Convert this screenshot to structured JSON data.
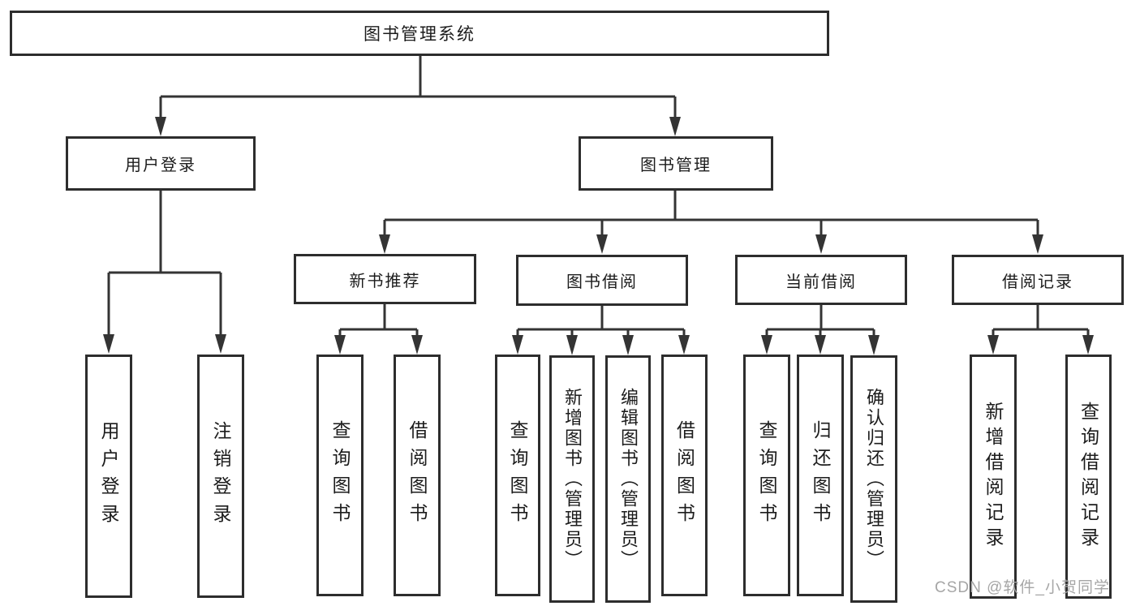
{
  "diagram_title": "图书管理系统",
  "tree": {
    "root": {
      "label": "图书管理系统"
    },
    "branches": [
      {
        "label": "用户登录",
        "children": [
          {
            "label": "用户登录"
          },
          {
            "label": "注销登录"
          }
        ]
      },
      {
        "label": "图书管理",
        "children": [
          {
            "label": "新书推荐",
            "children": [
              {
                "label": "查询图书"
              },
              {
                "label": "借阅图书"
              }
            ]
          },
          {
            "label": "图书借阅",
            "children": [
              {
                "label": "查询图书"
              },
              {
                "label": "新增图书（管理员）"
              },
              {
                "label": "编辑图书（管理员）"
              },
              {
                "label": "借阅图书"
              }
            ]
          },
          {
            "label": "当前借阅",
            "children": [
              {
                "label": "查询图书"
              },
              {
                "label": "归还图书"
              },
              {
                "label": "确认归还（管理员）"
              }
            ]
          },
          {
            "label": "借阅记录",
            "children": [
              {
                "label": "新增借阅记录"
              },
              {
                "label": "查询借阅记录"
              }
            ]
          }
        ]
      }
    ]
  },
  "watermark": {
    "text": "CSDN @软件_小贺同学"
  },
  "colors": {
    "line": "#343434",
    "box_border": "#2d2d2d",
    "text": "#1c1c1c",
    "watermark": "#a6a6a6",
    "background": "#ffffff"
  }
}
